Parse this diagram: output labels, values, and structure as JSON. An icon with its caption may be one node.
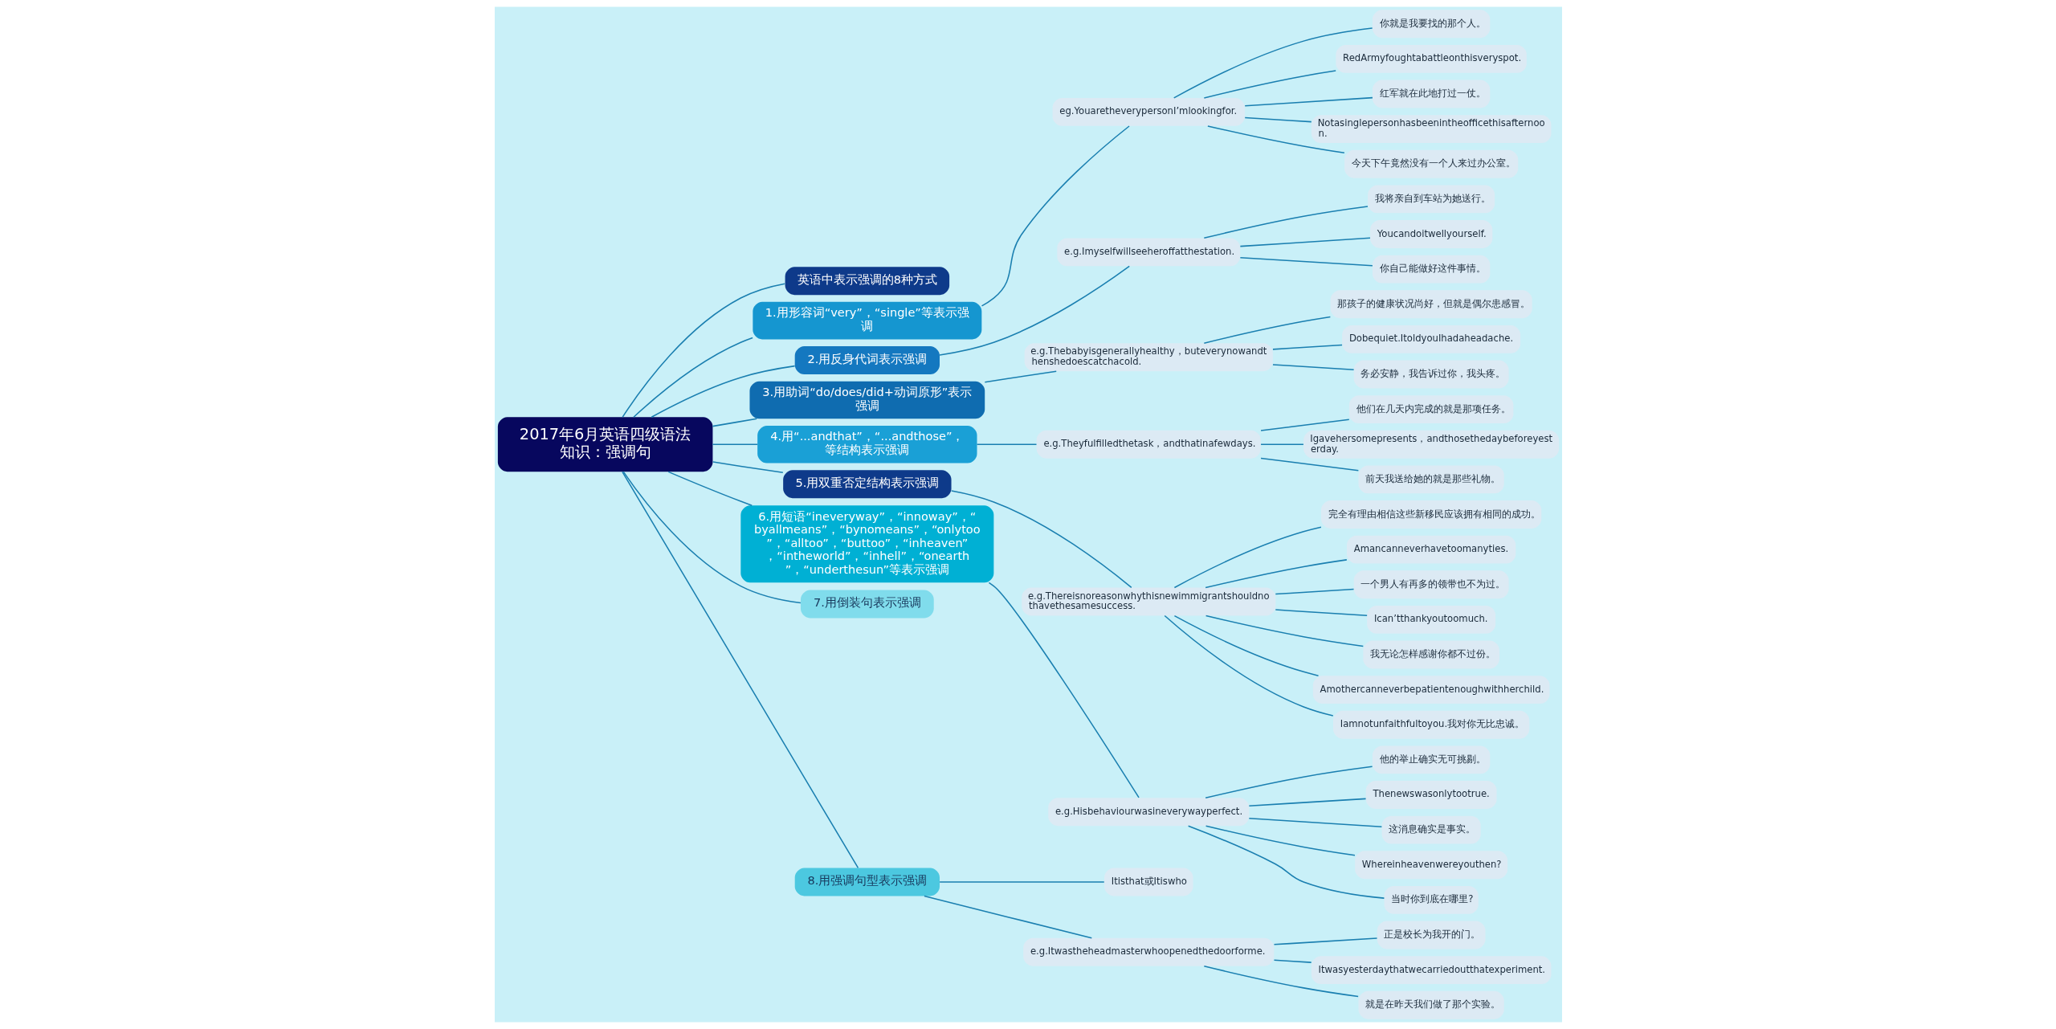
{
  "diagram": {
    "nodes": [
      {
        "text": [
          "2017年6月英语四级语法知识：强调句"
        ]
      },
      {
        "text": [
          "英语中表示强调的8种方式"
        ]
      },
      {
        "text": [
          "1.用形容词“very”，“single”等表示强调"
        ]
      },
      {
        "text": [
          "eg.YouaretheverypersonI’mlookingfor."
        ]
      },
      {
        "text": [
          "你就是我要找的那个人。"
        ]
      },
      {
        "text": [
          "RedArmyfoughtabattleonthisveryspot."
        ]
      },
      {
        "text": [
          "红军就在此地打过一仗。"
        ]
      },
      {
        "text": [
          "Notasinglepersonhasbeenintheofficethisafternoon."
        ]
      },
      {
        "text": [
          "今天下午竟然没有一个人来过办公室。"
        ]
      },
      {
        "text": [
          "2.用反身代词表示强调"
        ]
      },
      {
        "text": [
          "e.g.Imyselfwillseeheroffatthestation."
        ]
      },
      {
        "text": [
          "我将亲自到车站为她送行。"
        ]
      },
      {
        "text": [
          "Youcandoitwellyourself."
        ]
      },
      {
        "text": [
          "你自己能做好这件事情。"
        ]
      },
      {
        "text": [
          "3.用助词“do/does/did+动词原形”表示强调"
        ]
      },
      {
        "text": [
          "e.g.Thebabyisgenerallyhealthy，buteverynowandthenshedoescatchacold."
        ]
      },
      {
        "text": [
          "那孩子的健康状况尚好，但就是偶尔患感冒。"
        ]
      },
      {
        "text": [
          "Dobequiet.ItoldyouIhadaheadache."
        ]
      },
      {
        "text": [
          "务必安静，我告诉过你，我头疼。"
        ]
      },
      {
        "text": [
          "4.用“...andthat”，“...andthose”，等结构表示强调"
        ]
      },
      {
        "text": [
          "e.g.Theyfulfilledthetask，andthatinafewdays."
        ]
      },
      {
        "text": [
          "他们在几天内完成的就是那项任务。"
        ]
      },
      {
        "text": [
          "Igavehersomepresents，andthosethedaybeforeyesterday."
        ]
      },
      {
        "text": [
          "前天我送给她的就是那些礼物。"
        ]
      },
      {
        "text": [
          "5.用双重否定结构表示强调"
        ]
      },
      {
        "text": [
          "e.g.Thereisnoreasonwhythisnewimmigrantshouldnothavethesamesuccess."
        ]
      },
      {
        "text": [
          "完全有理由相信这些新移民应该拥有相同的成功。"
        ]
      },
      {
        "text": [
          "Amancanneverhavetoomanyties."
        ]
      },
      {
        "text": [
          "一个男人有再多的领带也不为过。"
        ]
      },
      {
        "text": [
          "Ican’tthankyoutoomuch."
        ]
      },
      {
        "text": [
          "我无论怎样感谢你都不过份。"
        ]
      },
      {
        "text": [
          "Amothercanneverbepatientenoughwithherchild."
        ]
      },
      {
        "text": [
          "Iamnotunfaithfultoyou.我对你无比忠诚。"
        ]
      },
      {
        "text": [
          "6.用短语“ineveryway”，“innoway”，“byallmeans”，“bynomeans”，“onlytoo”，“alltoo”，“buttoo”，“inheaven”，“intheworld”，“inhell”，“onearth”，“underthesun”等表示强调"
        ]
      },
      {
        "text": [
          "e.g.Hisbehaviourwasineverywayperfect."
        ]
      },
      {
        "text": [
          "他的举止确实无可挑剔。"
        ]
      },
      {
        "text": [
          "Thenewswasonlytootrue."
        ]
      },
      {
        "text": [
          "这消息确实是事实。"
        ]
      },
      {
        "text": [
          "Whereinheavenwereyouthen?"
        ]
      },
      {
        "text": [
          "当时你到底在哪里?"
        ]
      },
      {
        "text": [
          "7.用倒装句表示强调"
        ]
      },
      {
        "text": [
          "8.用强调句型表示强调"
        ]
      },
      {
        "text": [
          "Itisthat或Itiswho"
        ]
      },
      {
        "text": [
          "e.g.Itwastheheadmasterwhoopenedthedoorforme."
        ]
      },
      {
        "text": [
          "正是校长为我开的门。"
        ]
      },
      {
        "text": [
          "Itwasyesterdaythatwecarriedoutthatexperiment."
        ]
      },
      {
        "text": [
          "就是在昨天我们做了那个实验。"
        ]
      }
    ],
    "edges": [
      {
        "from": 0,
        "to": 1,
        "arrow": "none"
      },
      {
        "from": 0,
        "to": 2,
        "arrow": "none"
      },
      {
        "from": 2,
        "to": 3,
        "arrow": "none"
      },
      {
        "from": 3,
        "to": 4,
        "arrow": "none"
      },
      {
        "from": 3,
        "to": 5,
        "arrow": "none"
      },
      {
        "from": 3,
        "to": 6,
        "arrow": "none"
      },
      {
        "from": 3,
        "to": 7,
        "arrow": "none"
      },
      {
        "from": 3,
        "to": 8,
        "arrow": "none"
      },
      {
        "from": 0,
        "to": 9,
        "arrow": "none"
      },
      {
        "from": 9,
        "to": 10,
        "arrow": "none"
      },
      {
        "from": 10,
        "to": 11,
        "arrow": "none"
      },
      {
        "from": 10,
        "to": 12,
        "arrow": "none"
      },
      {
        "from": 10,
        "to": 13,
        "arrow": "none"
      },
      {
        "from": 0,
        "to": 14,
        "arrow": "none"
      },
      {
        "from": 14,
        "to": 15,
        "arrow": "none"
      },
      {
        "from": 15,
        "to": 16,
        "arrow": "none"
      },
      {
        "from": 15,
        "to": 17,
        "arrow": "none"
      },
      {
        "from": 15,
        "to": 18,
        "arrow": "none"
      },
      {
        "from": 0,
        "to": 19,
        "arrow": "none"
      },
      {
        "from": 19,
        "to": 20,
        "arrow": "none"
      },
      {
        "from": 20,
        "to": 21,
        "arrow": "none"
      },
      {
        "from": 20,
        "to": 22,
        "arrow": "none"
      },
      {
        "from": 20,
        "to": 23,
        "arrow": "none"
      },
      {
        "from": 0,
        "to": 24,
        "arrow": "none"
      },
      {
        "from": 24,
        "to": 25,
        "arrow": "none"
      },
      {
        "from": 25,
        "to": 26,
        "arrow": "none"
      },
      {
        "from": 25,
        "to": 27,
        "arrow": "none"
      },
      {
        "from": 25,
        "to": 28,
        "arrow": "none"
      },
      {
        "from": 25,
        "to": 29,
        "arrow": "none"
      },
      {
        "from": 25,
        "to": 30,
        "arrow": "none"
      },
      {
        "from": 25,
        "to": 31,
        "arrow": "none"
      },
      {
        "from": 25,
        "to": 32,
        "arrow": "none"
      },
      {
        "from": 0,
        "to": 33,
        "arrow": "none"
      },
      {
        "from": 33,
        "to": 34,
        "arrow": "none"
      },
      {
        "from": 34,
        "to": 35,
        "arrow": "none"
      },
      {
        "from": 34,
        "to": 36,
        "arrow": "none"
      },
      {
        "from": 34,
        "to": 37,
        "arrow": "none"
      },
      {
        "from": 34,
        "to": 38,
        "arrow": "none"
      },
      {
        "from": 34,
        "to": 39,
        "arrow": "none"
      },
      {
        "from": 0,
        "to": 40,
        "arrow": "none"
      },
      {
        "from": 0,
        "to": 41,
        "arrow": "none"
      },
      {
        "from": 41,
        "to": 42,
        "arrow": "none"
      },
      {
        "from": 41,
        "to": 43,
        "arrow": "none"
      },
      {
        "from": 43,
        "to": 44,
        "arrow": "none"
      },
      {
        "from": 43,
        "to": 45,
        "arrow": "none"
      },
      {
        "from": 43,
        "to": 46,
        "arrow": "none"
      }
    ]
  }
}
